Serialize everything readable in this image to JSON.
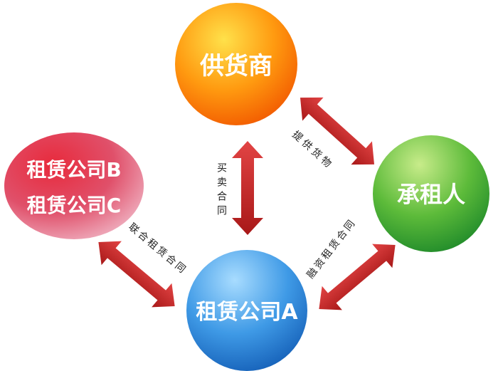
{
  "diagram": {
    "nodes": {
      "supplier": {
        "label": "供货商"
      },
      "lessee": {
        "label": "承租人"
      },
      "company_a": {
        "label": "租赁公司A"
      },
      "company_bc": {
        "label_line1": "租赁公司B",
        "label_line2": "租赁公司C"
      }
    },
    "edges": {
      "supplier_company_a": {
        "label": "买卖合同"
      },
      "supplier_lessee": {
        "label": "提供货物"
      },
      "company_a_lessee": {
        "label": "融资租赁合同"
      },
      "company_bc_company_a": {
        "label": "联合租赁合同"
      }
    },
    "colors": {
      "arrow": "#c62a2a",
      "supplier": "#ff8c00",
      "lessee": "#3da83d",
      "company_a": "#2e86d6",
      "company_bc": "#d63a4a"
    }
  }
}
